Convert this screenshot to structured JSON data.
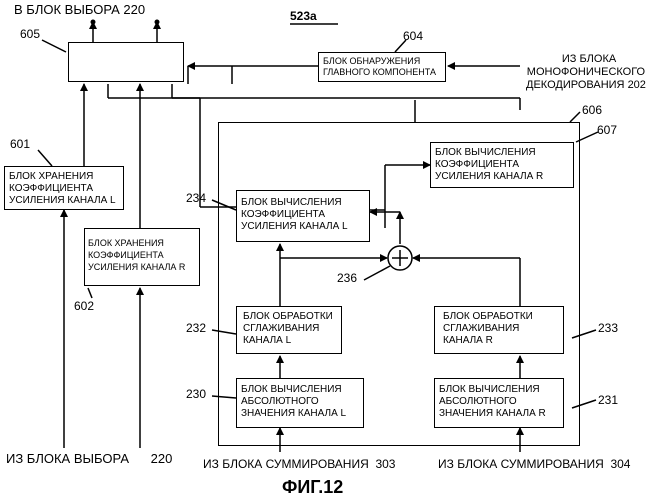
{
  "top_label": "В БЛОК ВЫБОРА",
  "top_label_num": "220",
  "diagram_id": "523a",
  "figure_caption": "ФИГ.12",
  "blocks": {
    "b604": "БЛОК ОБНАРУЖЕНИЯ\nГЛАВНОГО КОМПОНЕНТА",
    "b601": "БЛОК ХРАНЕНИЯ\nКОЭФФИЦИЕНТА\nУСИЛЕНИЯ КАНАЛА L",
    "b602": "БЛОК ХРАНЕНИЯ\nКОЭФФИЦИЕНТА\nУСИЛЕНИЯ КАНАЛА R",
    "b607": "БЛОК ВЫЧИСЛЕНИЯ\nКОЭФФИЦИЕНТА\nУСИЛЕНИЯ КАНАЛА R",
    "b234": "БЛОК ВЫЧИСЛЕНИЯ\nКОЭФФИЦИЕНТА\nУСИЛЕНИЯ КАНАЛА L",
    "b232": "БЛОК ОБРАБОТКИ\nСГЛАЖИВАНИЯ\nКАНАЛА L",
    "b233": "БЛОК ОБРАБОТКИ\nСГЛАЖИВАНИЯ\nКАНАЛА R",
    "b230": "БЛОК ВЫЧИСЛЕНИЯ\nАБСОЛЮТНОГО\nЗНАЧЕНИЯ КАНАЛА L",
    "b231": "БЛОК ВЫЧИСЛЕНИЯ\nАБСОЛЮТНОГО\nЗНАЧЕНИЯ КАНАЛА R"
  },
  "refs": {
    "r605": "605",
    "r604": "604",
    "r606": "606",
    "r607": "607",
    "r601": "601",
    "r602": "602",
    "r234": "234",
    "r236": "236",
    "r232": "232",
    "r233": "233",
    "r230": "230",
    "r231": "231"
  },
  "inputs": {
    "mono": "ИЗ БЛОКА\nМОНОФОНИЧЕСКОГО\nДЕКОДИРОВАНИЯ",
    "mono_num": "202",
    "select": "ИЗ БЛОКА ВЫБОРА",
    "select_num": "220",
    "sum1": "ИЗ БЛОКА СУММИРОВАНИЯ",
    "sum1_num": "303",
    "sum2": "ИЗ БЛОКА СУММИРОВАНИЯ",
    "sum2_num": "304"
  }
}
